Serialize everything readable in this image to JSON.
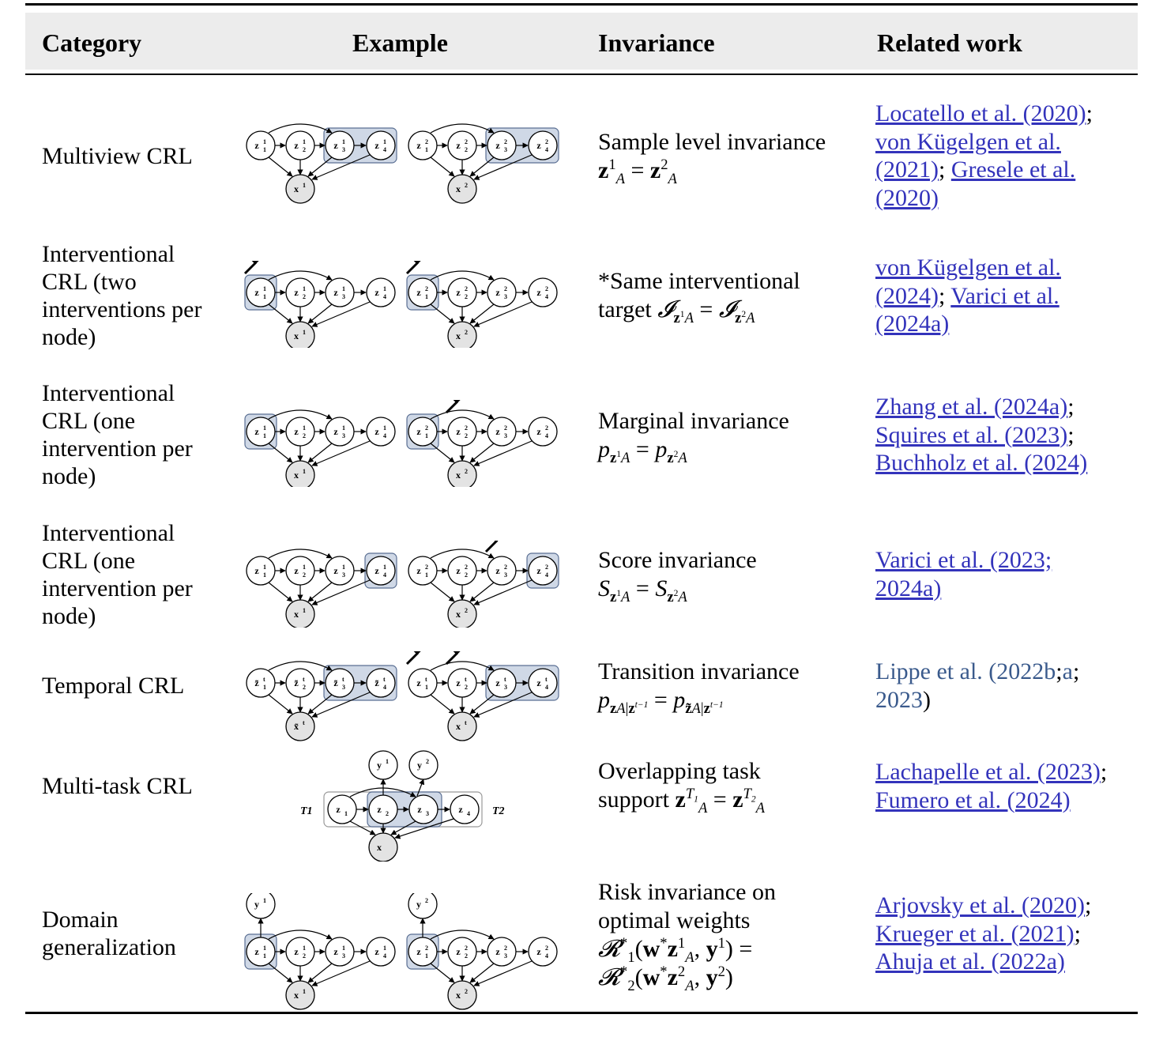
{
  "headers": {
    "category": "Category",
    "example": "Example",
    "invariance": "Invariance",
    "related": "Related work"
  },
  "rows": [
    {
      "category_lines": [
        "Multiview CRL"
      ],
      "invariance_text": "Sample level invariance",
      "related": [
        {
          "segments": [
            {
              "t": "Locatello et al. (2020)",
              "link": true
            },
            {
              "t": ";",
              "link": false
            }
          ]
        },
        {
          "segments": [
            {
              "t": "von Kügelgen et al.",
              "link": true
            }
          ]
        },
        {
          "segments": [
            {
              "t": "(2021)",
              "link": true
            },
            {
              "t": "; ",
              "link": false
            },
            {
              "t": "Gresele et al.",
              "link": true
            }
          ]
        },
        {
          "segments": [
            {
              "t": "(2020)",
              "link": true
            }
          ]
        }
      ]
    },
    {
      "category_lines": [
        "Interventional",
        "CRL (two",
        "interventions per",
        "node)"
      ],
      "invariance_text": "*Same interventional",
      "invariance_text2": "target",
      "related": [
        {
          "segments": [
            {
              "t": "von Kügelgen et al.",
              "link": true
            }
          ]
        },
        {
          "segments": [
            {
              "t": "(2024)",
              "link": true
            },
            {
              "t": "; ",
              "link": false
            },
            {
              "t": "Varici et al.",
              "link": true
            }
          ]
        },
        {
          "segments": [
            {
              "t": "(2024a)",
              "link": true
            }
          ]
        }
      ]
    },
    {
      "category_lines": [
        "Interventional",
        "CRL (one",
        "intervention per",
        "node)"
      ],
      "invariance_text": "Marginal invariance",
      "related": [
        {
          "segments": [
            {
              "t": "Zhang et al. (2024a)",
              "link": true
            },
            {
              "t": ";",
              "link": false
            }
          ]
        },
        {
          "segments": [
            {
              "t": "Squires et al. (2023)",
              "link": true
            },
            {
              "t": ";",
              "link": false
            }
          ]
        },
        {
          "segments": [
            {
              "t": "Buchholz et al. (2024)",
              "link": true
            }
          ]
        }
      ]
    },
    {
      "category_lines": [
        "Interventional",
        "CRL (one",
        "intervention per",
        "node)"
      ],
      "invariance_text": "Score invariance",
      "related": [
        {
          "segments": [
            {
              "t": "Varici et al. (2023;",
              "link": true
            }
          ]
        },
        {
          "segments": [
            {
              "t": "2024a)",
              "link": true
            }
          ]
        }
      ]
    },
    {
      "category_lines": [
        "Temporal CRL"
      ],
      "invariance_text": "Transition invariance",
      "related": [
        {
          "segments": [
            {
              "t": "Lippe et al. (",
              "link": "cite"
            },
            {
              "t": "2022b",
              "link": "cite"
            },
            {
              "t": ";",
              "link": false
            },
            {
              "t": "a",
              "link": "cite"
            },
            {
              "t": ";",
              "link": false
            }
          ]
        },
        {
          "segments": [
            {
              "t": "2023",
              "link": "cite"
            },
            {
              "t": ")",
              "link": false
            }
          ]
        }
      ]
    },
    {
      "category_lines": [
        "Multi-task CRL"
      ],
      "invariance_text": "Overlapping task",
      "invariance_text2": "support",
      "related": [
        {
          "segments": [
            {
              "t": "Lachapelle et al. (2023)",
              "link": true
            },
            {
              "t": ";",
              "link": false
            }
          ]
        },
        {
          "segments": [
            {
              "t": "Fumero et al. (2024)",
              "link": true
            }
          ]
        }
      ]
    },
    {
      "category_lines": [
        "Domain",
        "generalization"
      ],
      "invariance_text": "Risk invariance on",
      "invariance_text2": "optimal weights",
      "related": [
        {
          "segments": [
            {
              "t": "Arjovsky et al. (2020)",
              "link": true
            },
            {
              "t": ";",
              "link": false
            }
          ]
        },
        {
          "segments": [
            {
              "t": "Krueger et al. (2021)",
              "link": true
            },
            {
              "t": ";",
              "link": false
            }
          ]
        },
        {
          "segments": [
            {
              "t": "Ahuja et al. (2022a)",
              "link": true
            }
          ]
        }
      ]
    }
  ],
  "task_labels": [
    "T1",
    "T2"
  ],
  "colors": {
    "highlight": "#cfd8e6",
    "highlight_stroke": "#5a6f93",
    "node_obs": "#e3e3e3",
    "link": "#3333bb"
  }
}
